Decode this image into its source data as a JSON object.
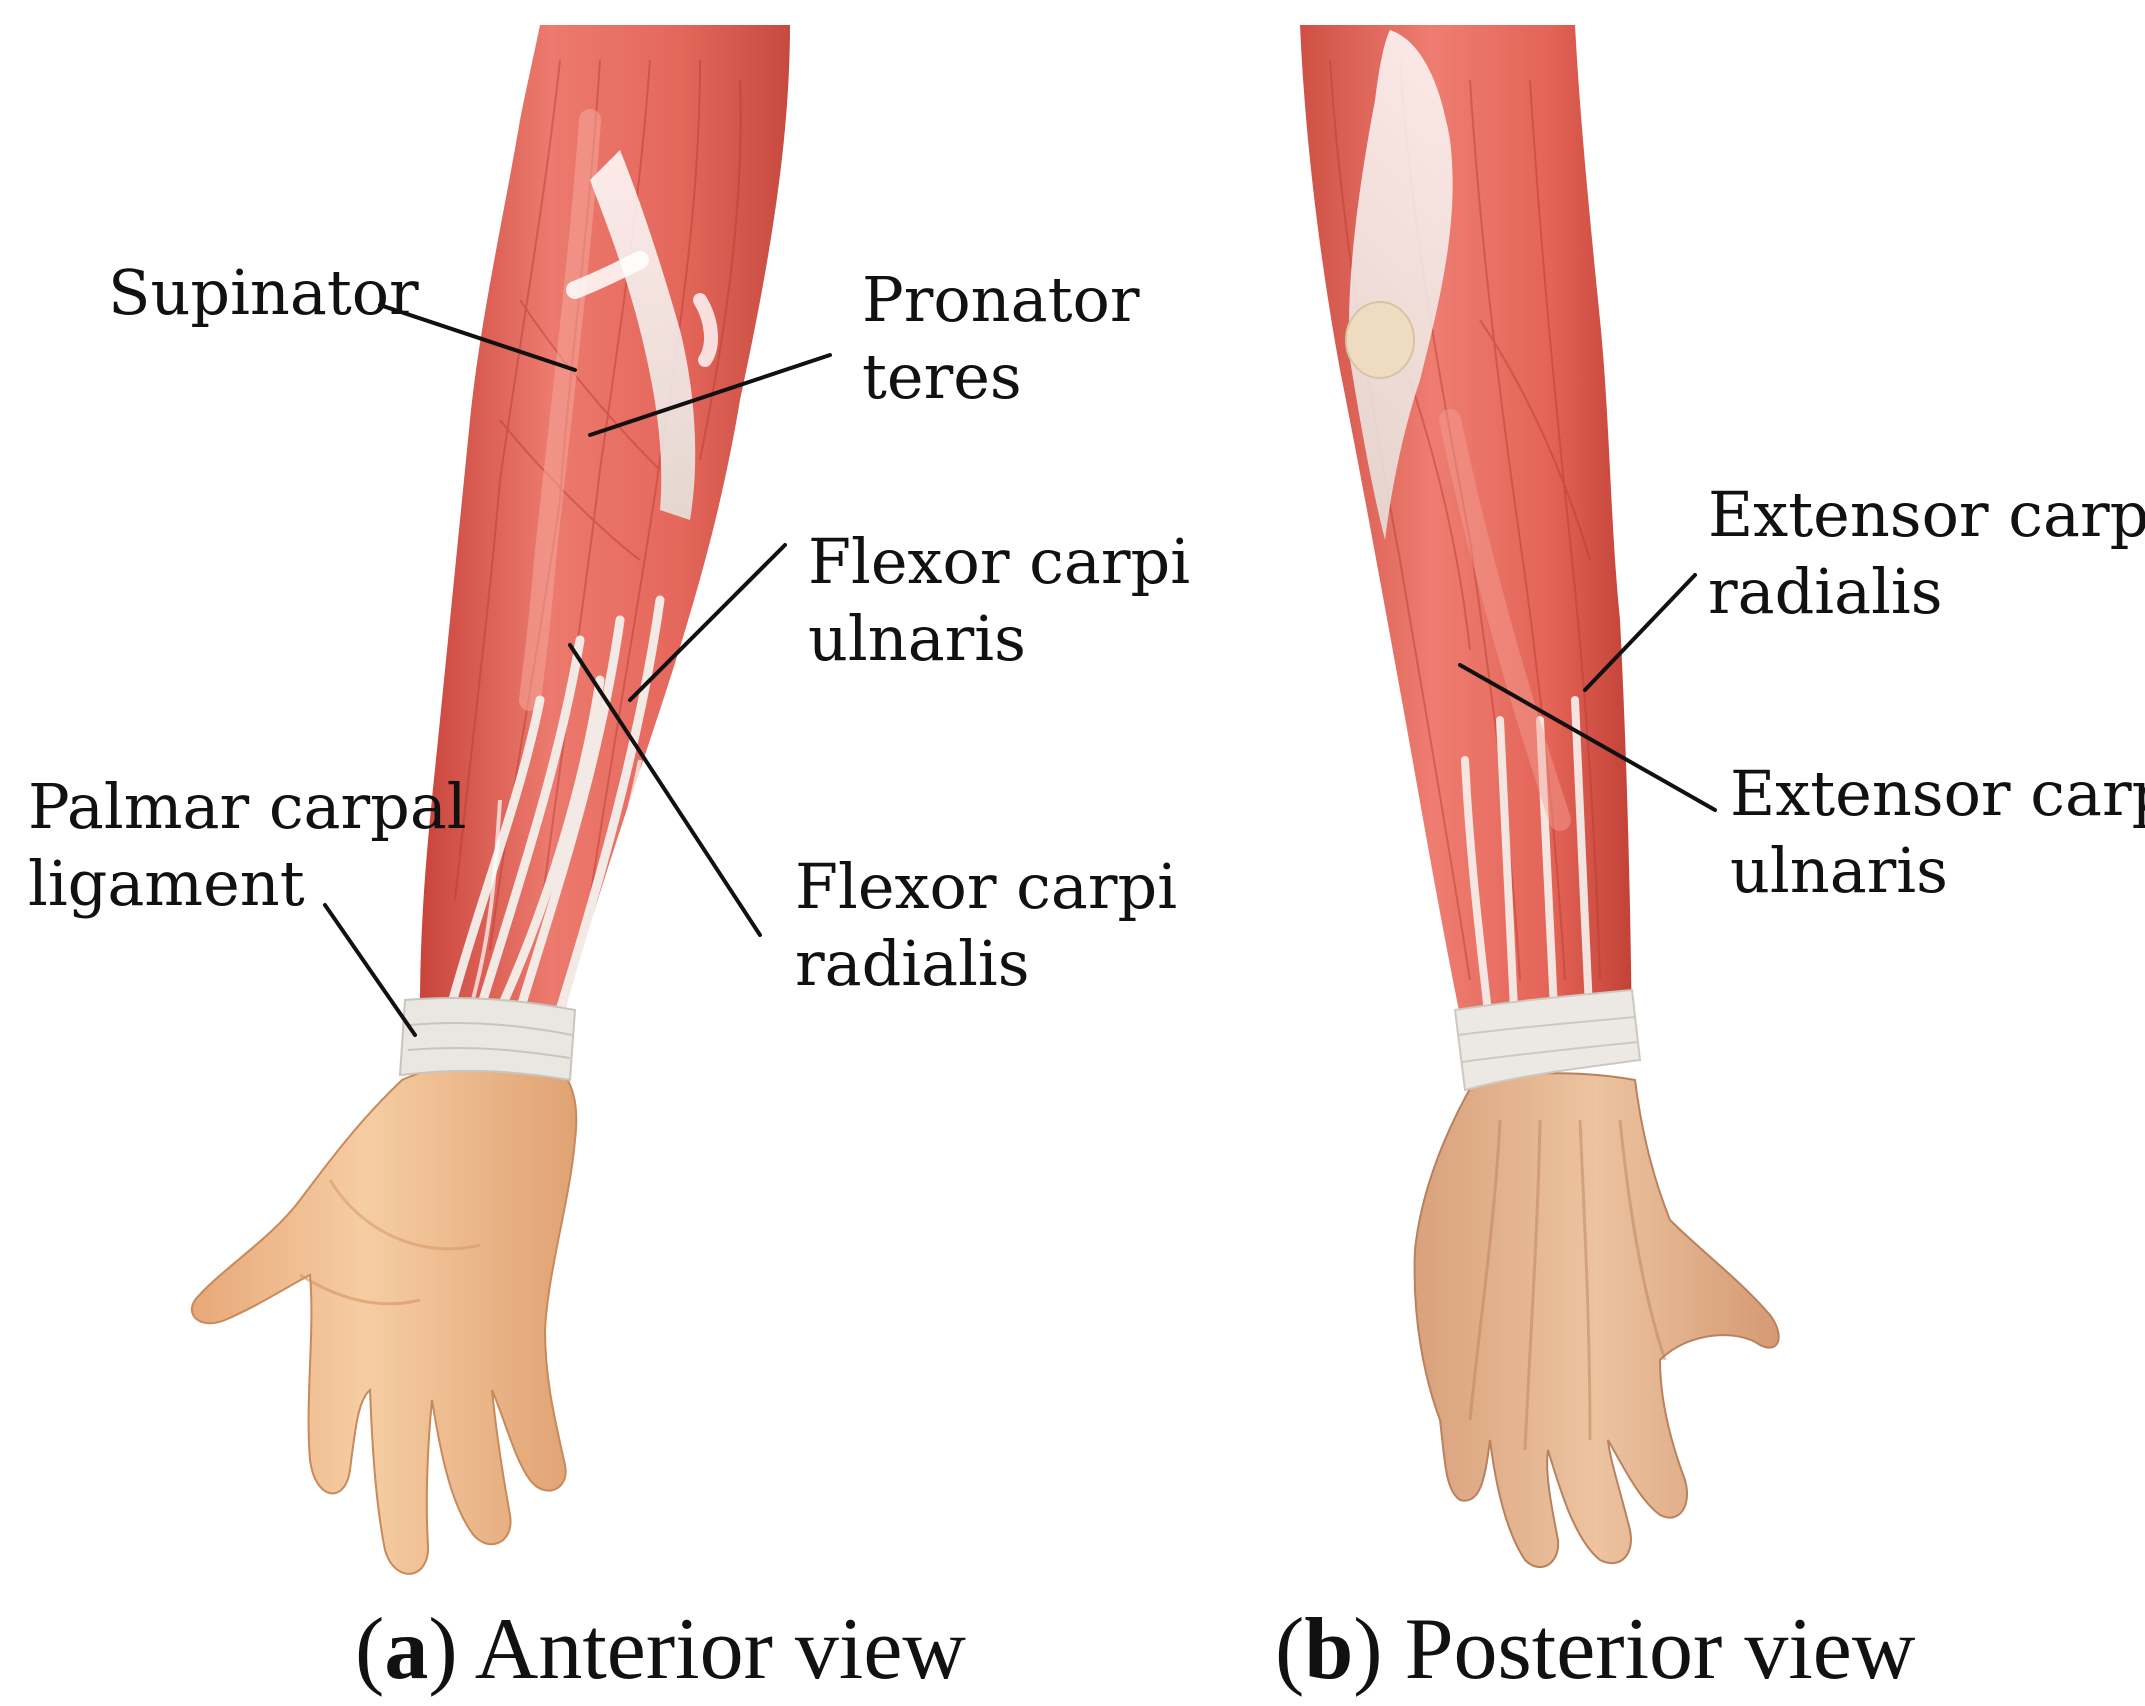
{
  "colors": {
    "muscle": "#e5675c",
    "muscle_light": "#f19a8f",
    "muscle_dark": "#c9443b",
    "tendon": "#eeeeea",
    "skin": "#f2c193",
    "skin_shadow": "#dca06f",
    "skin_back": "#e8b58f",
    "text": "#111111"
  },
  "anterior": {
    "labels": {
      "supinator": "Supinator",
      "pronator_1": "Pronator",
      "pronator_2": "teres",
      "fcu_1": "Flexor carpi",
      "fcu_2": "ulnaris",
      "palmar_1": "Palmar carpal",
      "palmar_2": "ligament",
      "fcr_1": "Flexor carpi",
      "fcr_2": "radialis"
    },
    "caption": {
      "letter": "a",
      "text": "Anterior view"
    }
  },
  "posterior": {
    "labels": {
      "ecr_1": "Extensor carpi",
      "ecr_2": "radialis",
      "ecu_1": "Extensor carpi",
      "ecu_2": "ulnaris"
    },
    "caption": {
      "letter": "b",
      "text": "Posterior view"
    }
  }
}
